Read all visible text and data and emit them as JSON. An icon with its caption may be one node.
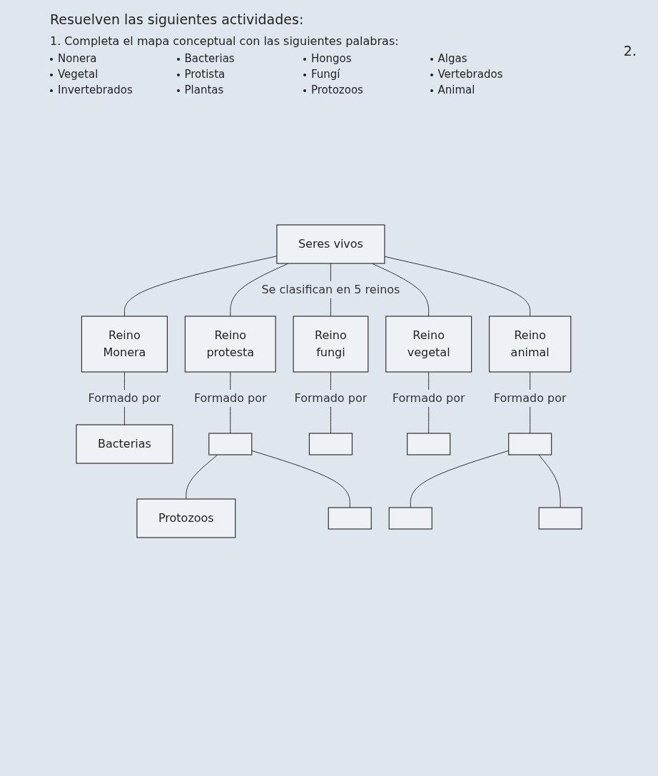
{
  "diagram": {
    "title": "Resuelven las siguientes actividades:",
    "nodes": [
      {
        "text": [
          "Seres vivos"
        ]
      },
      {
        "text": [
          "Reino",
          "Monera"
        ]
      },
      {
        "text": [
          "Reino",
          "protesta"
        ]
      },
      {
        "text": [
          "Reino",
          "fungi"
        ]
      },
      {
        "text": [
          "Reino",
          "vegetal"
        ]
      },
      {
        "text": [
          "Reino",
          "animal"
        ]
      },
      {
        "text": [
          "Bacterias"
        ]
      },
      {
        "text": [],
        "shape": "box"
      },
      {
        "text": [
          "Protozoos"
        ]
      },
      {
        "text": [],
        "shape": "box"
      },
      {
        "text": [],
        "shape": "box"
      },
      {
        "text": [],
        "shape": "box"
      },
      {
        "text": [],
        "shape": "box"
      },
      {
        "text": [],
        "shape": "box"
      },
      {
        "text": [],
        "shape": "box"
      }
    ],
    "edges": [
      {
        "from": 0,
        "to": 1,
        "arrow": "none"
      },
      {
        "from": 0,
        "to": 2,
        "arrow": "none"
      },
      {
        "from": 0,
        "to": 3,
        "label": "Se clasifican en 5 reinos",
        "arrow": "none"
      },
      {
        "from": 0,
        "to": 4,
        "arrow": "none"
      },
      {
        "from": 0,
        "to": 5,
        "arrow": "none"
      },
      {
        "from": 1,
        "to": 6,
        "label": "Formado por",
        "arrow": "none"
      },
      {
        "from": 2,
        "to": 7,
        "label": "Formado por",
        "arrow": "none"
      },
      {
        "from": 7,
        "to": 8,
        "arrow": "none"
      },
      {
        "from": 7,
        "to": 9,
        "arrow": "none"
      },
      {
        "from": 3,
        "to": 10,
        "label": "Formado por",
        "arrow": "none"
      },
      {
        "from": 4,
        "to": 11,
        "label": "Formado por",
        "arrow": "none"
      },
      {
        "from": 5,
        "to": 12,
        "label": "Formado por",
        "arrow": "none"
      },
      {
        "from": 12,
        "to": 13,
        "arrow": "none"
      },
      {
        "from": 12,
        "to": 14,
        "arrow": "none"
      }
    ],
    "labels": [
      "2.",
      "1. Completa el mapa conceptual con las siguientes palabras:",
      "Nonera",
      "Bacterias",
      "Hongos",
      "Algas",
      "Vegetal",
      "Protista",
      "Fungí",
      "Vertebrados",
      "Invertebrados",
      "Plantas",
      "Protozoos",
      "Animal"
    ]
  }
}
